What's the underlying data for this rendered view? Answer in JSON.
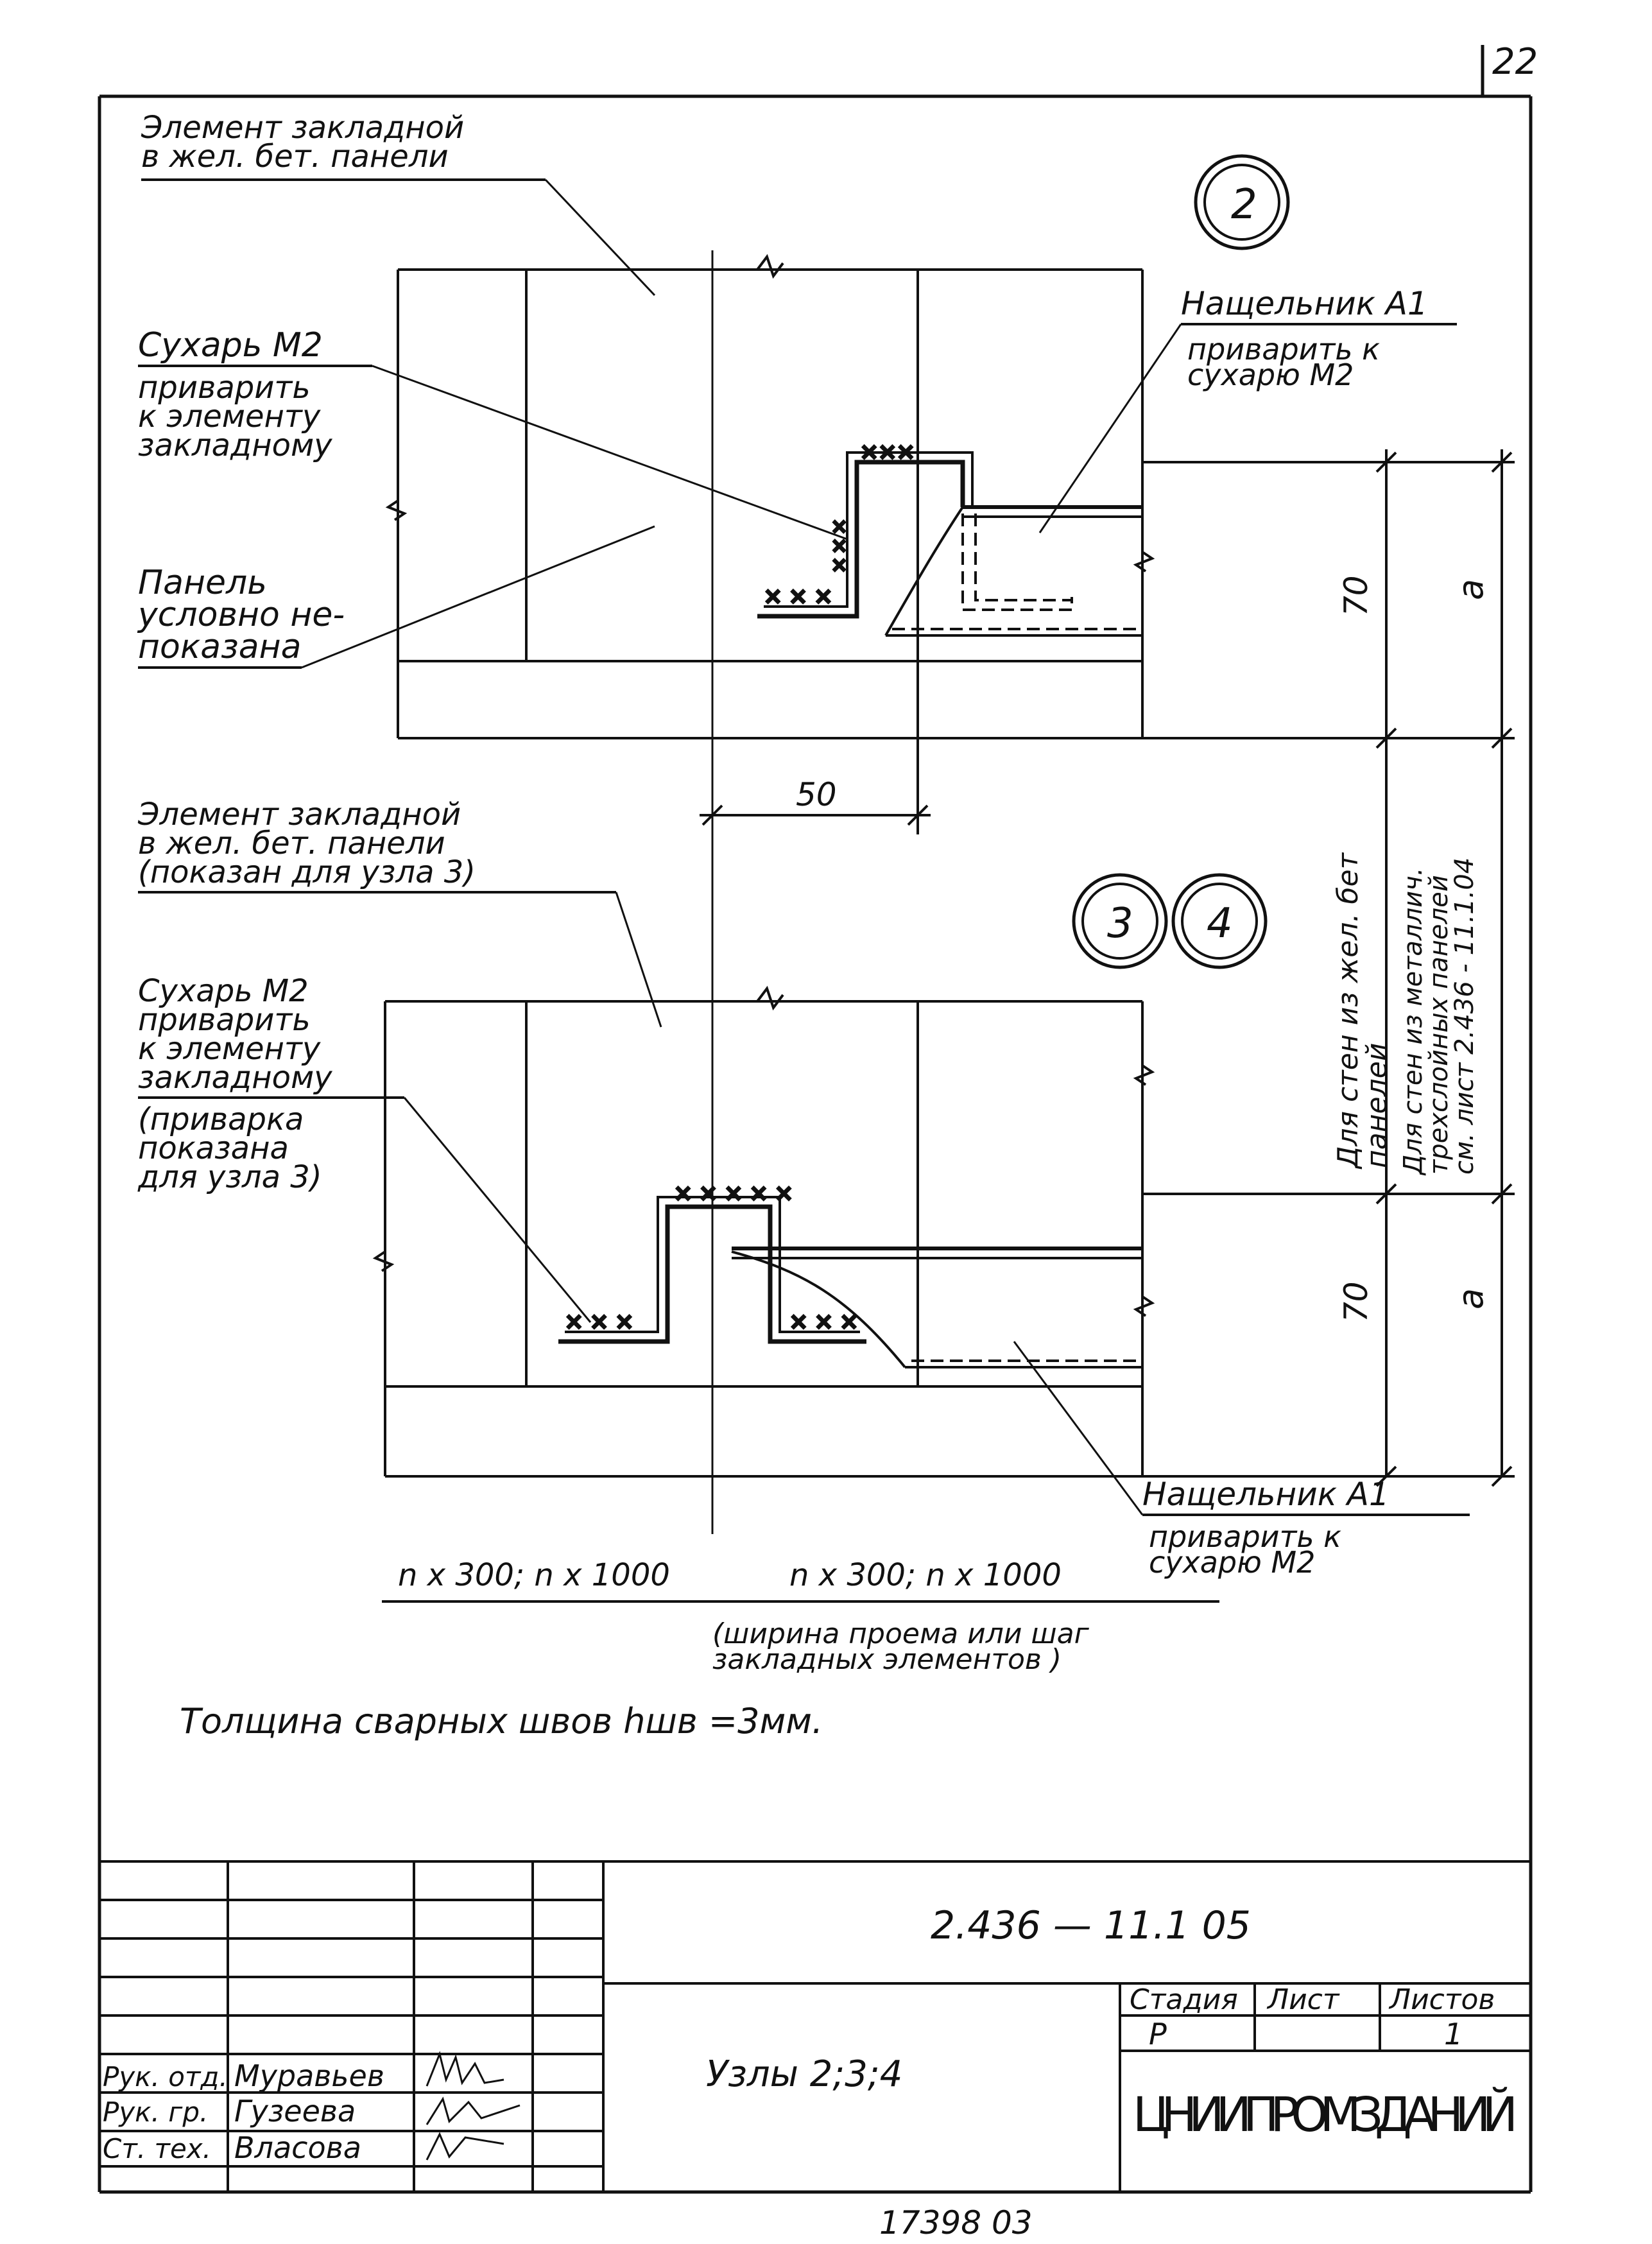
{
  "sheet": {
    "page_number": "22",
    "document_code": "2.436 — 11.1 05",
    "title": "Узлы 2;3;4",
    "organization": "ЦНИИПРОМЗДАНИЙ",
    "bottom_number": "17398  03"
  },
  "nodes": {
    "node_2": "2",
    "node_3": "3",
    "node_4": "4"
  },
  "labels": {
    "element_zakladnoy_1": [
      "Элемент закладной",
      "в жел. бет. панели"
    ],
    "sukhar_1": [
      "Сухарь М2",
      "приварить",
      "к элементу",
      "закладному"
    ],
    "panel_note": [
      "Панель",
      "условно не-",
      "показана"
    ],
    "nashchelnik_1": [
      "Нащельник А1",
      "приварить к",
      "сухарю М2"
    ],
    "element_zakladnoy_2": [
      "Элемент закладной",
      "в жел. бет. панели",
      "(показан для узла 3)"
    ],
    "sukhar_2": [
      "Сухарь М2",
      "приварить",
      "к элементу",
      "закладному",
      "(приварка",
      "показана",
      "для узла 3)"
    ],
    "nashchelnik_2": [
      "Нащельник А1",
      "приварить к",
      "сухарю М2"
    ],
    "vertical_note_1": [
      "Для стен из жел. бет",
      "панелей"
    ],
    "vertical_note_2": [
      "Для стен из металлич.",
      "трехслойных панелей",
      "см. лист 2.436 - 11.1.04"
    ]
  },
  "dimensions": {
    "dim_50": "50",
    "dim_70_top": "70",
    "dim_a_top": "a",
    "dim_70_bottom": "70",
    "dim_a_bottom": "a",
    "span_left": "n x 300; n x 1000",
    "span_right": "n x 300; n x 1000",
    "span_note": [
      "(ширина проема или шаг",
      "закладных элементов )"
    ],
    "weld_note": "Толщина     сварных     швов  hшв =3мм."
  },
  "title_block": {
    "stage_header": "Стадия",
    "sheet_header": "Лист",
    "sheets_header": "Листов",
    "stage_value": "Р",
    "sheets_value": "1",
    "rows": [
      {
        "role": "Рук. отд.",
        "name": "Муравьев"
      },
      {
        "role": "Рук. гр.",
        "name": "Гузеева"
      },
      {
        "role": "Ст. тех.",
        "name": "Власова"
      }
    ]
  }
}
